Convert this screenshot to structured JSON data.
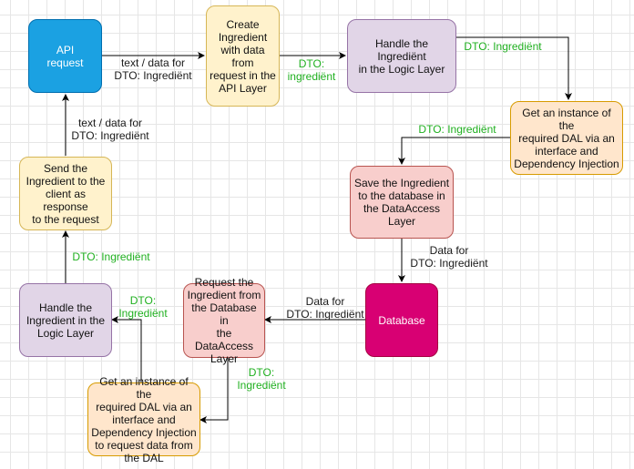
{
  "colors": {
    "api": {
      "fill": "#1ba1e2",
      "stroke": "#006eaf",
      "text": "#ffffff"
    },
    "yellow": {
      "fill": "#fff2cc",
      "stroke": "#d6b656",
      "text": "#111111"
    },
    "purple": {
      "fill": "#e1d5e7",
      "stroke": "#9673a6",
      "text": "#111111"
    },
    "orange": {
      "fill": "#ffe6cc",
      "stroke": "#d79b00",
      "text": "#111111"
    },
    "red": {
      "fill": "#f8cecc",
      "stroke": "#b85450",
      "text": "#111111"
    },
    "database": {
      "fill": "#d80073",
      "stroke": "#a50040",
      "text": "#ffffff"
    },
    "edge": "#000000",
    "dto_label": "#20b020",
    "plain_label": "#1a1a1a"
  },
  "nodes": {
    "api_request": "API\nrequest",
    "create_ingredient": "Create\nIngredient\nwith data from\nrequest in the\nAPI Layer",
    "handle_logic_top": "Handle the Ingrediënt\nin the Logic Layer",
    "get_dal_top": "Get an instance of the\nrequired DAL via an\ninterface and\nDependency Injection",
    "save_ingredient": "Save the Ingredient\nto the database in\nthe DataAccess\nLayer",
    "database": "Database",
    "request_ingredient": "Request the\nIngredient from\nthe Database in\nthe DataAccess\nLayer",
    "get_dal_bottom": "Get an instance of the\nrequired DAL via an\ninterface and\nDependency Injection\nto request data from\nthe DAL",
    "handle_logic_bottom": "Handle the\nIngredient in the\nLogic Layer",
    "send_ingredient": "Send the\nIngredient to the\nclient as response\nto the request"
  },
  "edge_labels": {
    "api_to_create": "text / data for\nDTO: Ingrediënt",
    "create_to_logic": "DTO:\ningrediënt",
    "logic_to_dal": "DTO: Ingrediënt",
    "dal_to_save": "DTO: Ingrediënt",
    "save_to_db": "Data for\nDTO: Ingrediënt",
    "db_to_request": "Data for\nDTO: Ingrediënt",
    "request_to_dal": "DTO:\nIngrediënt",
    "dal_to_logic": "DTO:\nIngrediënt",
    "logic_to_send": "DTO: Ingrediënt",
    "send_to_api": "text / data for\nDTO: Ingrediënt"
  }
}
